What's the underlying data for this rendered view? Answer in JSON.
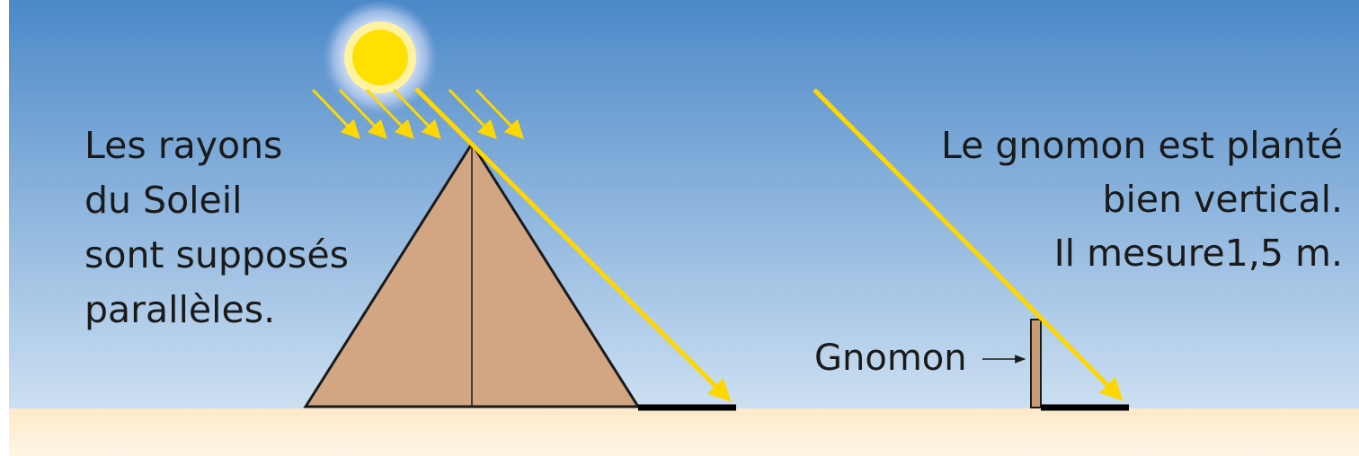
{
  "left_text": {
    "lines": [
      "Les rayons",
      "du Soleil",
      "sont supposés",
      "parallèles."
    ]
  },
  "right_text": {
    "lines": [
      "Le gnomon est planté",
      "bien vertical.",
      "Il mesure1,5 m."
    ]
  },
  "gnomon_label": "Gnomon",
  "colors": {
    "sky_top": "#4c89c8",
    "sky_bottom": "#cde0f2",
    "ground_top": "#fde9c9",
    "ground_bottom": "#fef5e6",
    "pyramid": "#d2a683",
    "ray": "#ffd700",
    "sun": "#ffe000",
    "shadow": "#000000",
    "gnomon": "#c89c77"
  }
}
